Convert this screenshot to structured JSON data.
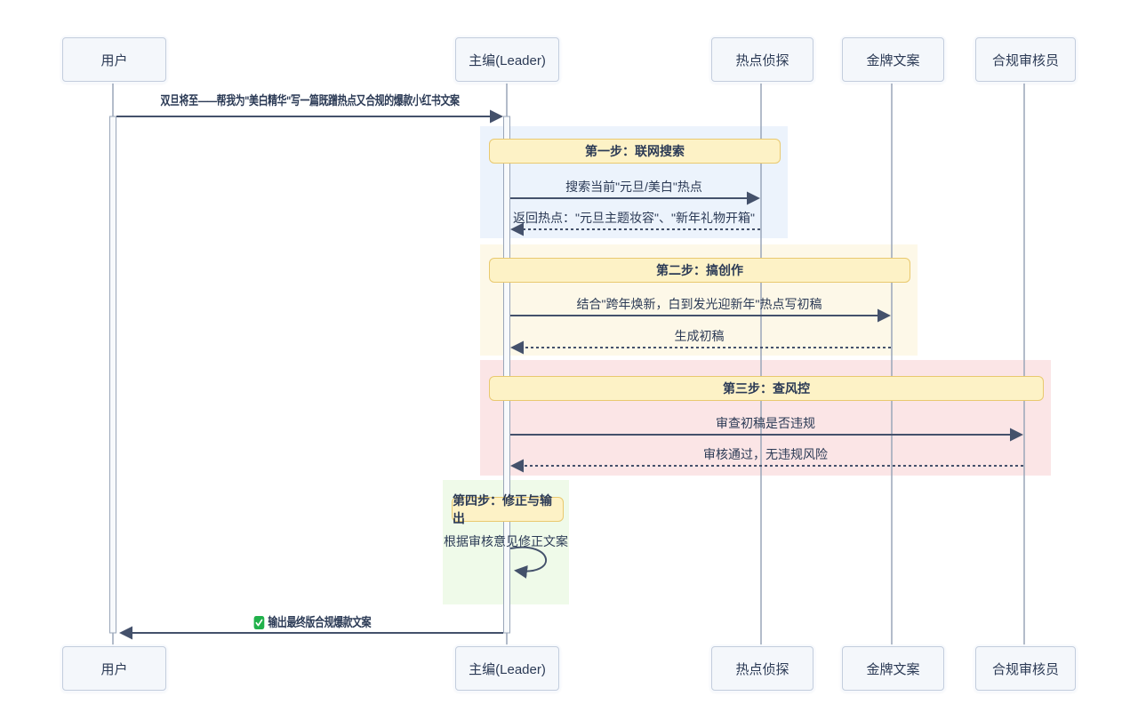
{
  "diagram": {
    "type": "sequence-diagram",
    "participants": [
      {
        "name": "用户"
      },
      {
        "name": "主编(Leader)"
      },
      {
        "name": "热点侦探"
      },
      {
        "name": "金牌文案"
      },
      {
        "name": "合规审核员"
      }
    ],
    "user_request": "双旦将至——帮我为\"美白精华\"写一篇既蹭热点又合规的爆款小红书文案",
    "steps": [
      {
        "label": "第一步：联网搜索",
        "from": "主编(Leader)",
        "to": "热点侦探",
        "messages": [
          "搜索当前\"元旦/美白\"热点",
          "返回热点：\"元旦主题妆容\"、\"新年礼物开箱\""
        ]
      },
      {
        "label": "第二步：搞创作",
        "from": "主编(Leader)",
        "to": "金牌文案",
        "messages": [
          "结合\"跨年焕新，白到发光迎新年\"热点写初稿",
          "生成初稿"
        ]
      },
      {
        "label": "第三步：查风控",
        "from": "主编(Leader)",
        "to": "合规审核员",
        "messages": [
          "审查初稿是否违规",
          "审核通过，无违规风险"
        ]
      },
      {
        "label": "第四步：修正与输出",
        "from": "主编(Leader)",
        "to": "主编(Leader)",
        "messages": [
          "根据审核意见修正文案"
        ]
      }
    ],
    "final_output": {
      "icon": "✅",
      "text": "输出最终版合规爆款文案"
    },
    "colors": {
      "band_search": "#ecf3fc",
      "band_create": "#fdf8e8",
      "band_risk": "#fbe5e6",
      "band_fix": "#effae9",
      "step_label_bg": "#fdf2c6",
      "step_label_border": "#e9c96f",
      "participant_bg": "#f4f7fb",
      "participant_border": "#c3cddd",
      "arrow": "#44516b",
      "lifeline": "#9aa6b9",
      "text": "#2b3a55",
      "check_green": "#21b14b"
    }
  }
}
